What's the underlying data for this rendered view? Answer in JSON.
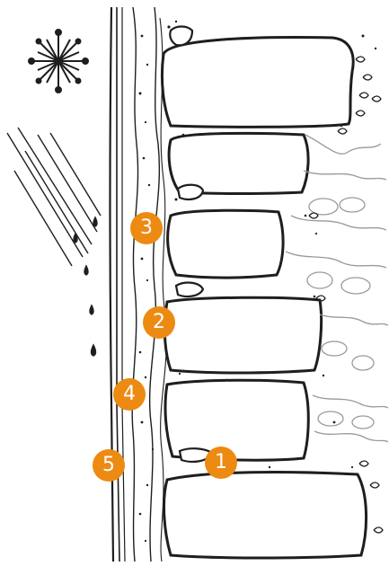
{
  "colors": {
    "ink": "#1e1e1e",
    "marker": "#ec8a12",
    "marker_text": "#ffffff",
    "background": "#ffffff",
    "grey_ink": "#9a9a9a"
  },
  "icons": {
    "snow": "snowflake-icon",
    "rain": "rain-icon"
  },
  "markers": [
    {
      "id": "1",
      "label": "1"
    },
    {
      "id": "2",
      "label": "2"
    },
    {
      "id": "3",
      "label": "3"
    },
    {
      "id": "4",
      "label": "4"
    },
    {
      "id": "5",
      "label": "5"
    }
  ]
}
